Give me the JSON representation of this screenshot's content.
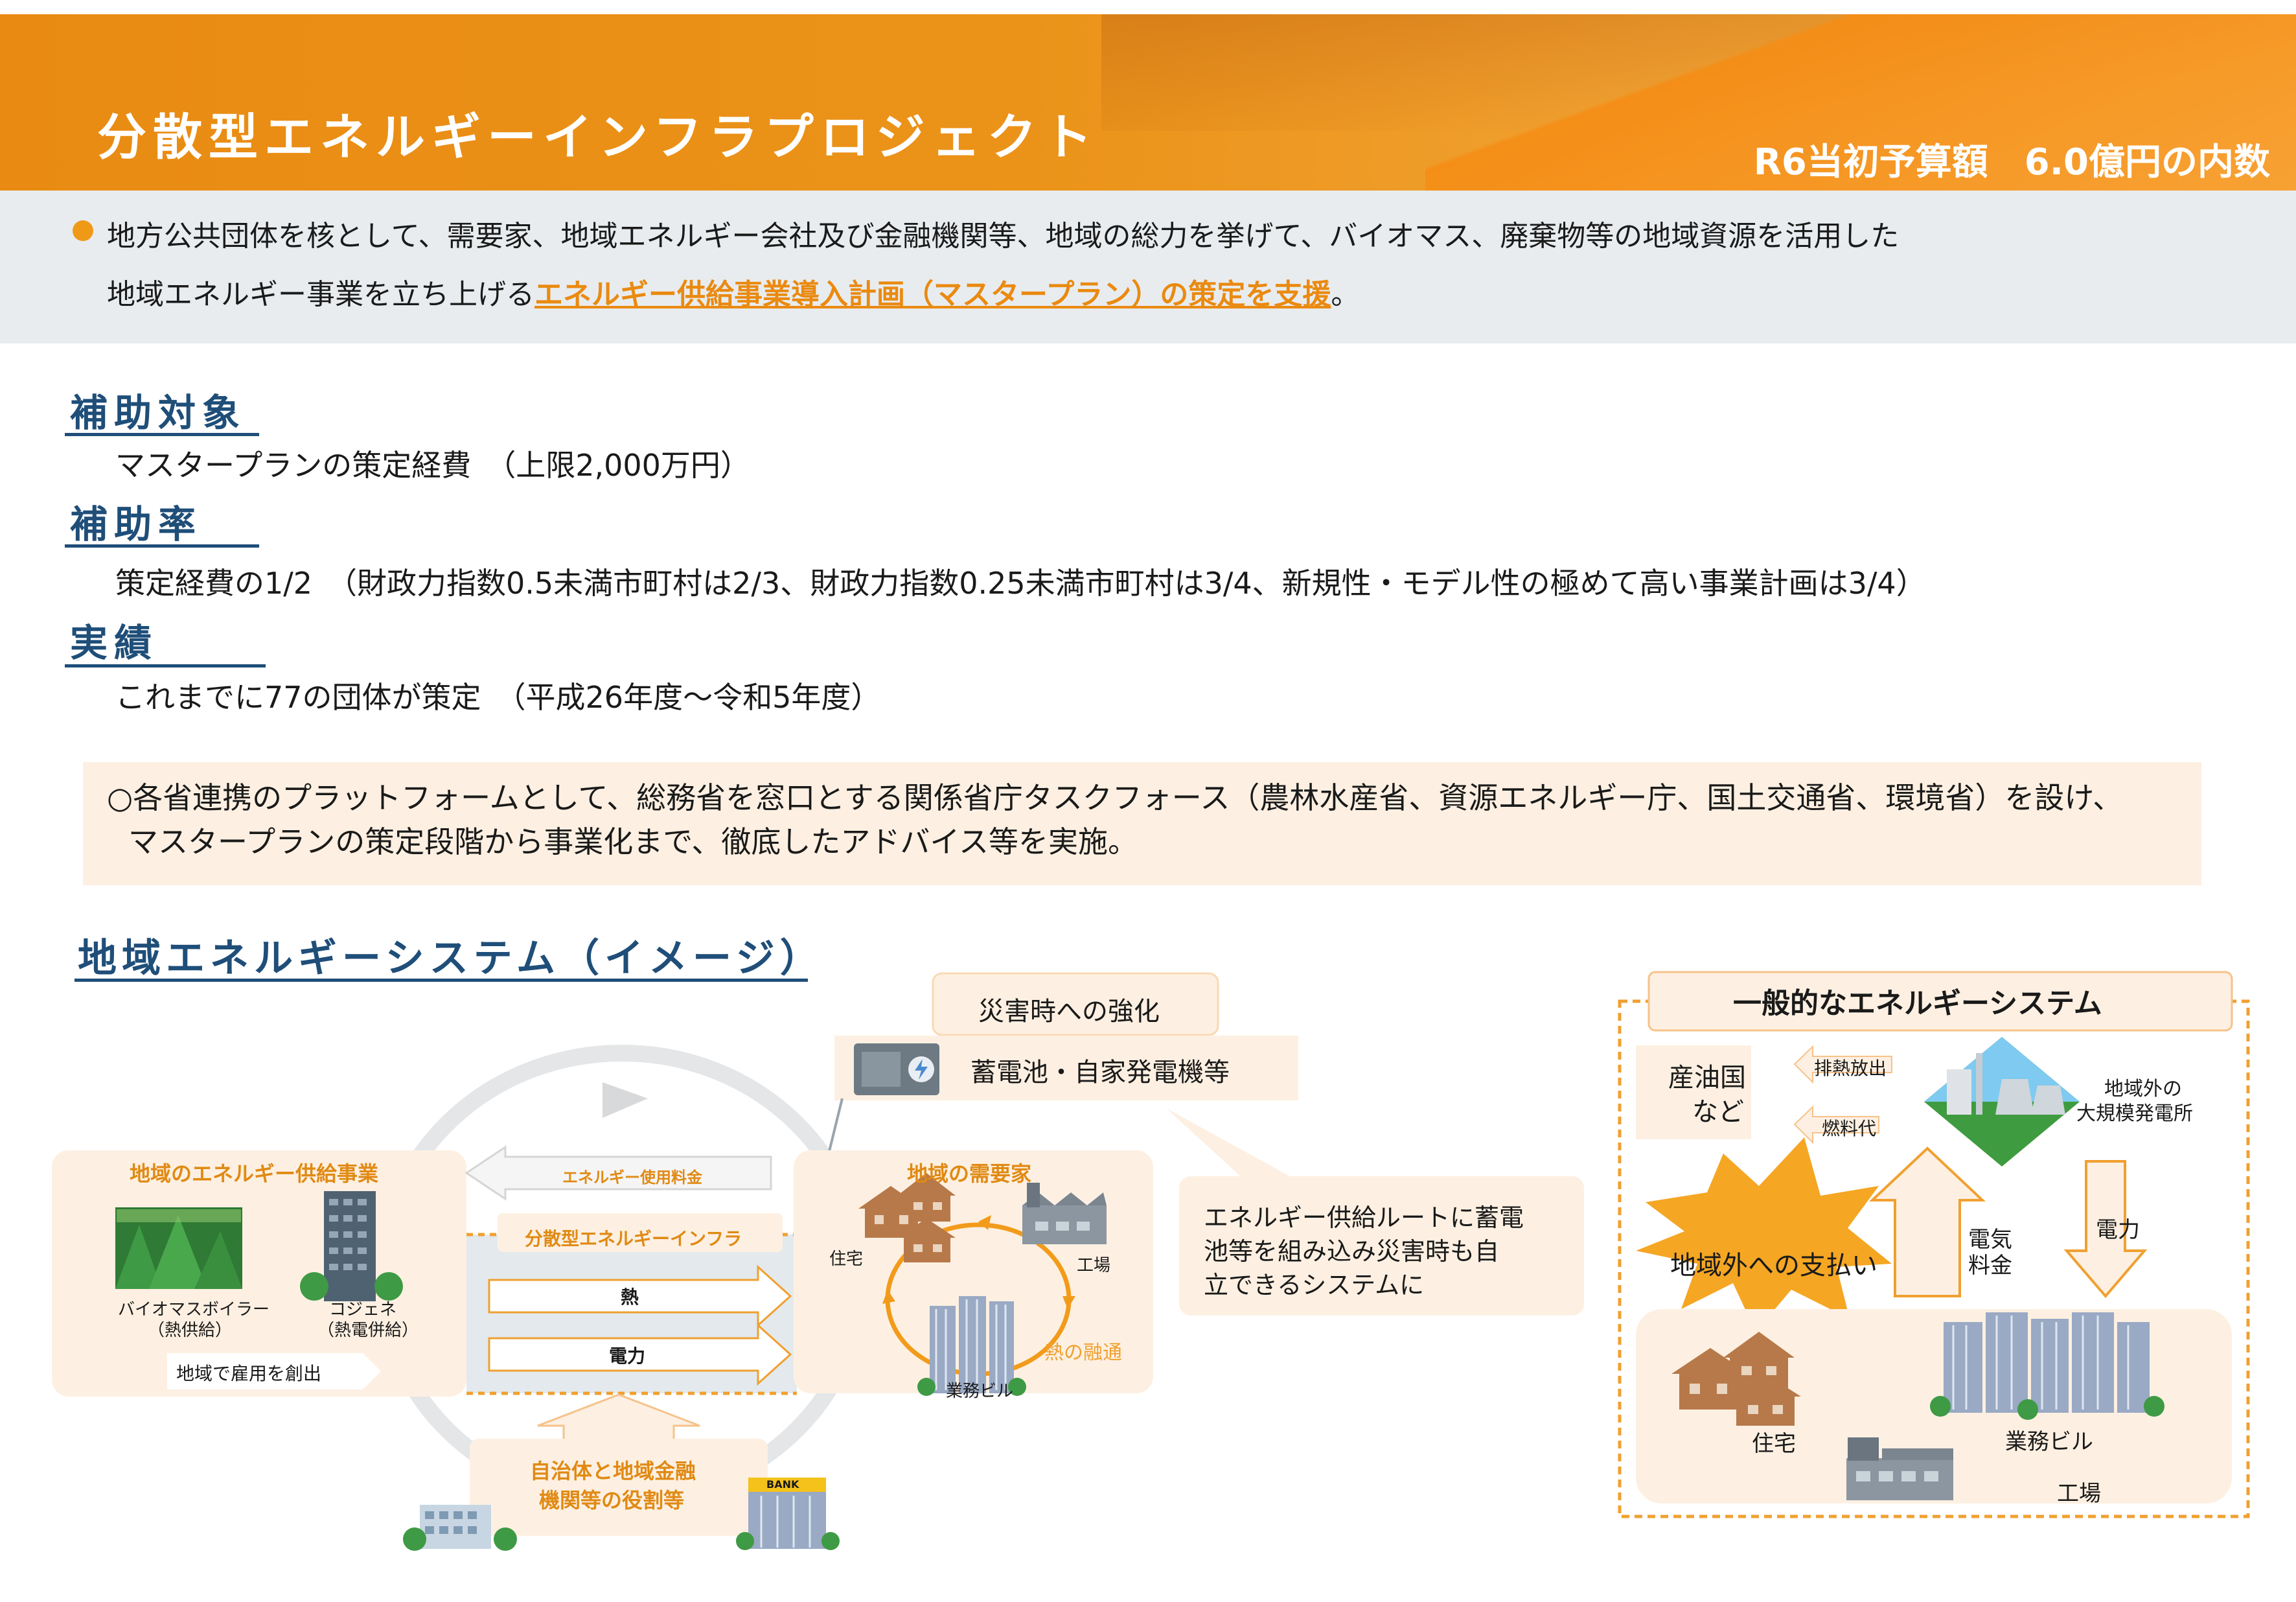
{
  "header": {
    "title": "分散型エネルギーインフラプロジェクト",
    "budget": "R6当初予算額　6.0億円の内数"
  },
  "summary": {
    "line1": "地方公共団体を核として、需要家、地域エネルギー会社及び金融機関等、地域の総力を挙げて、バイオマス、廃棄物等の地域資源を活用した",
    "line2_prefix": "地域エネルギー事業を立ち上げる",
    "line2_highlight": "エネルギー供給事業導入計画（マスタープラン）の策定を支援",
    "line2_suffix": "。"
  },
  "sections": [
    {
      "heading": "補助対象",
      "text": "マスタープランの策定経費　（上限2,000万円）"
    },
    {
      "heading": "補助率",
      "text": "策定経費の1/2　（財政力指数0.5未満市町村は2/3、財政力指数0.25未満市町村は3/4、新規性・モデル性の極めて高い事業計画は3/4）"
    },
    {
      "heading": "実績",
      "text": "これまでに77の団体が策定　（平成26年度～令和5年度）"
    }
  ],
  "note": {
    "line1": "○各省連携のプラットフォームとして、総務省を窓口とする関係省庁タスクフォース（農林水産省、資源エネルギー庁、国土交通省、環境省）を設け、",
    "line2": "マスタープランの策定段階から事業化まで、徹底したアドバイス等を実施。"
  },
  "local_system": {
    "heading": "地域エネルギーシステム（イメージ）",
    "disaster_title": "災害時への強化",
    "battery_label": "蓄電池・自家発電機等",
    "callout": [
      "エネルギー供給ルートに蓄電",
      "池等を組み込み災害時も自",
      "立できるシステムに"
    ],
    "supplier": {
      "title": "地域のエネルギー供給事業",
      "biomass": [
        "バイオマスボイラー",
        "（熱供給）"
      ],
      "cogen": [
        "コジェネ",
        "（熱電併給）"
      ],
      "jobs": "地域で雇用を創出"
    },
    "flows": {
      "fee": "エネルギー使用料金",
      "infra": "分散型エネルギーインフラ",
      "heat": "熱",
      "power": "電力"
    },
    "consumer": {
      "title": "地域の需要家",
      "house": "住宅",
      "factory": "工場",
      "heat_exchange": "熱の融通",
      "office": "業務ビル"
    },
    "finance": {
      "label": [
        "自治体と地域金融",
        "機関等の役割等"
      ],
      "bank": "BANK"
    }
  },
  "general_system": {
    "title": "一般的なエネルギーシステム",
    "oil_country": [
      "産油国",
      "など"
    ],
    "exhaust": "排熱放出",
    "fuel": "燃料代",
    "plant": [
      "地域外の",
      "大規模発電所"
    ],
    "outflow": "地域外への支払い",
    "electricity_fee": [
      "電気",
      "料金"
    ],
    "power": "電力",
    "house": "住宅",
    "office": "業務ビル",
    "factory": "工場"
  },
  "colors": {
    "header_orange": "#e98b13",
    "highlight_orange": "#ea8a10",
    "navy": "#1f4e79",
    "peach": "#fdf0e2"
  }
}
